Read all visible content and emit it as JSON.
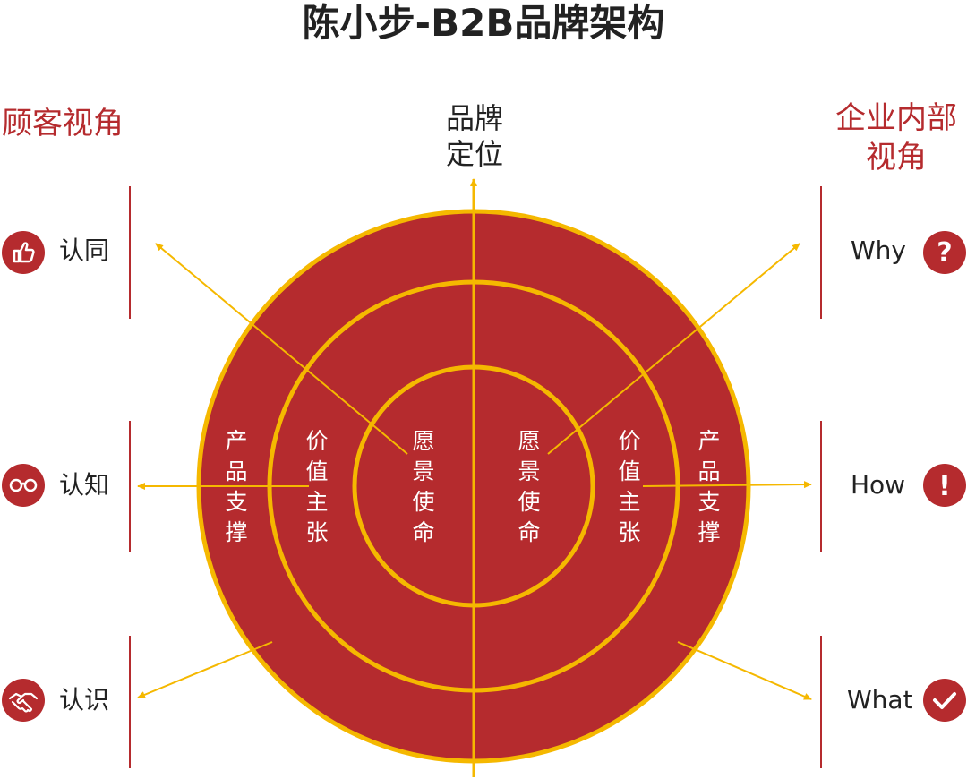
{
  "title": "陈小步-B2B品牌架构",
  "left_header": "顾客视角",
  "right_header": [
    "企业内部",
    "视角"
  ],
  "top_label": [
    "品牌",
    "定位"
  ],
  "left_rows": [
    {
      "label": "认同",
      "icon": "thumbs-up-icon"
    },
    {
      "label": "认知",
      "icon": "glasses-icon"
    },
    {
      "label": "认识",
      "icon": "handshake-icon"
    }
  ],
  "right_rows": [
    {
      "label": "Why",
      "icon": "question-icon"
    },
    {
      "label": "How",
      "icon": "exclamation-icon"
    },
    {
      "label": "What",
      "icon": "checkmark-icon"
    }
  ],
  "rings": {
    "inner": "愿景使命",
    "middle": "价值主张",
    "outer": "产品支撑"
  },
  "icon_glyphs": {
    "question": "?",
    "exclamation": "!"
  },
  "colors": {
    "red": "#b52b2e",
    "gold": "#f5b800",
    "text": "#222222",
    "white": "#ffffff"
  }
}
